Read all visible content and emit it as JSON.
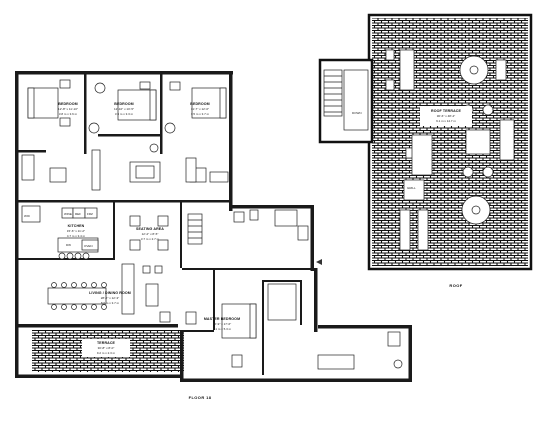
{
  "floor_label": "FLOOR 18",
  "roof_label": "ROOF",
  "rooms": [
    {
      "id": "bedroom-1",
      "name": "BEDROOM",
      "imperial": "12'-8\" x 11'-10\"",
      "metric": "3.8 m x 3.6 m"
    },
    {
      "id": "bedroom-2",
      "name": "BEDROOM",
      "imperial": "12'-10\" x 10'-5\"",
      "metric": "3.9 m x 3.3 m"
    },
    {
      "id": "bedroom-3",
      "name": "BEDROOM",
      "imperial": "11'-7\" x 12'-0\"",
      "metric": "3.5 m x 3.7 m"
    },
    {
      "id": "kitchen",
      "name": "KITCHEN",
      "imperial": "15'-6\" x 11'-2\"",
      "metric": "4.7 m x 3.4 m"
    },
    {
      "id": "seating-area",
      "name": "SEATING AREA",
      "imperial": "12'-2\" x 8'-5\"",
      "metric": "3.7 m x 2.7 m"
    },
    {
      "id": "living-dining",
      "name": "LIVING / DINING ROOM",
      "imperial": "28'-2\" x 12'-3\"",
      "metric": "8.6 m x 3.7 m"
    },
    {
      "id": "master-bedroom",
      "name": "MASTER BEDROOM",
      "imperial": "16'-9\" x 17'-6\"",
      "metric": "4.1 m x 5.3 m"
    },
    {
      "id": "terrace",
      "name": "TERRACE",
      "imperial": "30'-8\" x 8'-0\"",
      "metric": "9.2 m x 2.3 m"
    },
    {
      "id": "roof-terrace",
      "name": "ROOF TERRACE",
      "imperial": "30'-6\" x 48'-4\"",
      "metric": "9.1 m x 14.7 m"
    }
  ],
  "fixtures": {
    "wd": "W/D",
    "ref": "REF",
    "frz": "FRZ",
    "wine": "WINE",
    "dw": "DW",
    "oven": "OVEN",
    "grill": "GRILL",
    "down": "DOWN"
  }
}
